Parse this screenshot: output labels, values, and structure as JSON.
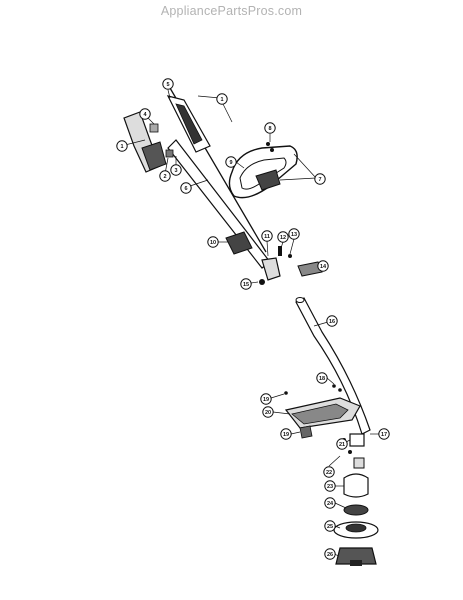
{
  "header": {
    "site_name": "AppliancePartsPros.com"
  },
  "diagram": {
    "callouts": [
      {
        "part_no": "1",
        "text": "1"
      },
      {
        "part_no": "2",
        "text": "2"
      },
      {
        "part_no": "3",
        "text": "3"
      },
      {
        "part_no": "4",
        "text": "4"
      },
      {
        "part_no": "5",
        "text": "5"
      },
      {
        "part_no": "6",
        "text": "6"
      },
      {
        "part_no": "7",
        "text": "7"
      },
      {
        "part_no": "8",
        "text": "8"
      },
      {
        "part_no": "9",
        "text": "9"
      },
      {
        "part_no": "10",
        "text": "10"
      },
      {
        "part_no": "11",
        "text": "11"
      },
      {
        "part_no": "12",
        "text": "12"
      },
      {
        "part_no": "13",
        "text": "13"
      },
      {
        "part_no": "14",
        "text": "14"
      },
      {
        "part_no": "15",
        "text": "15"
      },
      {
        "part_no": "16",
        "text": "16"
      },
      {
        "part_no": "17",
        "text": "17"
      },
      {
        "part_no": "18",
        "text": "18"
      },
      {
        "part_no": "19",
        "text": "19"
      },
      {
        "part_no": "20",
        "text": "20"
      },
      {
        "part_no": "21",
        "text": "21"
      },
      {
        "part_no": "22",
        "text": "22"
      },
      {
        "part_no": "23",
        "text": "23"
      },
      {
        "part_no": "24",
        "text": "24"
      },
      {
        "part_no": "25",
        "text": "25"
      },
      {
        "part_no": "26",
        "text": "26"
      }
    ]
  }
}
